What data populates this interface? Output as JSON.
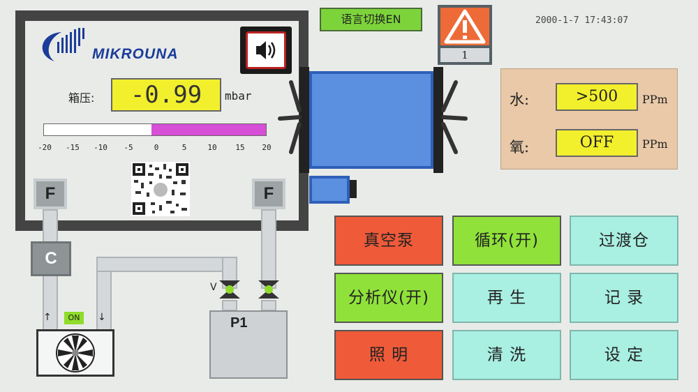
{
  "header": {
    "language_button": "语言切换EN",
    "alarm_count": "1",
    "datetime": "2000-1-7 17:43:07"
  },
  "glovebox": {
    "brand": "MIKROUNA",
    "pressure": {
      "label": "箱压:",
      "value": "-0.99",
      "unit": "mbar",
      "scale_ticks": [
        "-20",
        "-15",
        "-10",
        "-5",
        "0",
        "5",
        "10",
        "15",
        "20"
      ]
    },
    "filters": {
      "left": "F",
      "right": "F"
    },
    "component_c": "C",
    "fan_status": "ON",
    "valve_label": "V",
    "pump_label": "P1"
  },
  "readings": {
    "water": {
      "label": "水:",
      "value": ">500",
      "unit": "PPm"
    },
    "oxygen": {
      "label": "氧:",
      "value": "OFF",
      "unit": "PPm"
    }
  },
  "controls": [
    {
      "key": "vacuum-pump",
      "label": "真空泵",
      "color": "#ef5a39"
    },
    {
      "key": "circulation",
      "label": "循环(开)",
      "color": "#90e23a"
    },
    {
      "key": "antechamber",
      "label": "过渡仓",
      "color": "#a9efe2"
    },
    {
      "key": "analyzer",
      "label": "分析仪(开)",
      "color": "#90e23a"
    },
    {
      "key": "regeneration",
      "label": "再  生",
      "color": "#a9efe2"
    },
    {
      "key": "records",
      "label": "记  录",
      "color": "#a9efe2"
    },
    {
      "key": "lighting",
      "label": "照  明",
      "color": "#ef5a39"
    },
    {
      "key": "cleaning",
      "label": "清  洗",
      "color": "#a9efe2"
    },
    {
      "key": "settings",
      "label": "设  定",
      "color": "#a9efe2"
    }
  ]
}
